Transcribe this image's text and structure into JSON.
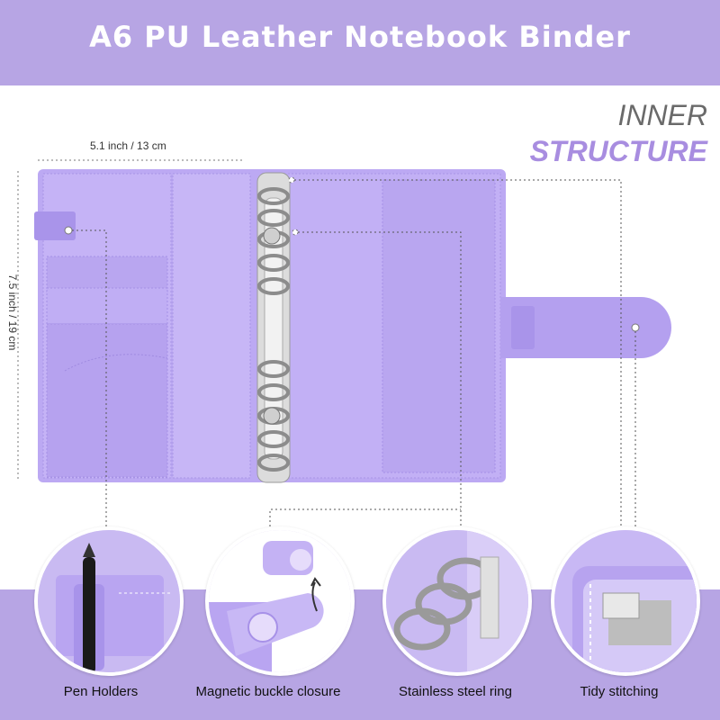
{
  "header": {
    "title": "A6 PU Leather Notebook Binder"
  },
  "side_title": {
    "line1": "INNER",
    "line2": "STRUCTURE"
  },
  "dimensions": {
    "width_label": "5.1 inch / 13 cm",
    "height_label": "7.5 inch / 19 cm"
  },
  "features": [
    {
      "label": "Pen Holders",
      "icon": "pen-holder-icon"
    },
    {
      "label": "Magnetic buckle closure",
      "icon": "magnetic-buckle-icon"
    },
    {
      "label": "Stainless steel ring",
      "icon": "steel-ring-icon"
    },
    {
      "label": "Tidy stitching",
      "icon": "stitching-icon"
    }
  ],
  "colors": {
    "band": "#b7a5e4",
    "binder": "#bca9f3",
    "accent": "#a88de0"
  }
}
